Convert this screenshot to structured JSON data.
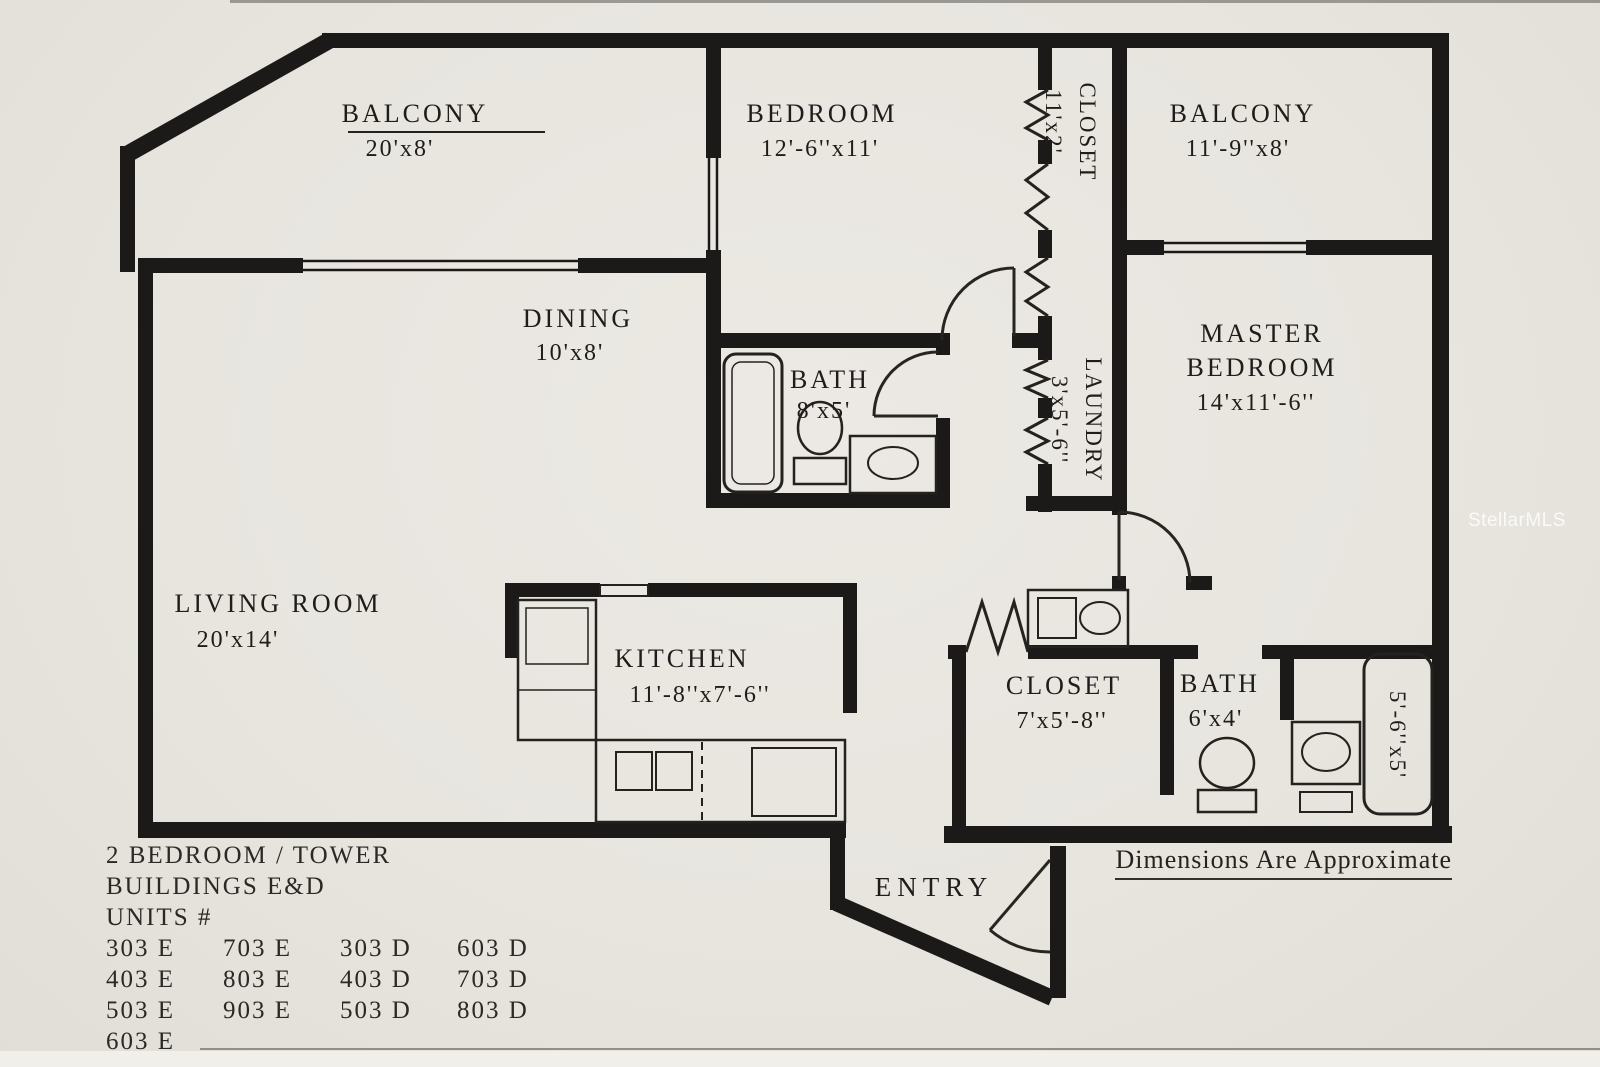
{
  "page": {
    "paper_color": "#e8e5df",
    "ink_color": "#1b1a18",
    "watermark": "StellarMLS"
  },
  "rooms": {
    "balcony_left": {
      "name": "BALCONY",
      "dims": "20'x8'"
    },
    "bedroom": {
      "name": "BEDROOM",
      "dims": "12'-6''x11'"
    },
    "closet_top": {
      "name": "CLOSET",
      "dims": "11'x2'"
    },
    "balcony_right": {
      "name": "BALCONY",
      "dims": "11'-9''x8'"
    },
    "dining": {
      "name": "DINING",
      "dims": "10'x8'"
    },
    "bath_upper": {
      "name": "BATH",
      "dims": "8'x5'"
    },
    "laundry": {
      "name": "LAUNDRY",
      "dims": "3'x5'-6''"
    },
    "master_bedroom": {
      "name_line1": "MASTER",
      "name_line2": "BEDROOM",
      "dims": "14'x11'-6''"
    },
    "living_room": {
      "name": "LIVING ROOM",
      "dims": "20'x14'"
    },
    "kitchen": {
      "name": "KITCHEN",
      "dims": "11'-8''x7'-6''"
    },
    "closet_lower": {
      "name": "CLOSET",
      "dims": "7'x5'-8''"
    },
    "bath_lower": {
      "name": "BATH",
      "dims": "6'x4'"
    },
    "tub": {
      "dims": "5'-6''x5'"
    },
    "entry": {
      "name": "ENTRY"
    }
  },
  "note": {
    "text": "Dimensions Are Approximate"
  },
  "legend": {
    "title": "2 BEDROOM / TOWER",
    "subtitle": "BUILDINGS E&D",
    "units_label": "UNITS  #",
    "units": [
      [
        "303 E",
        "703 E",
        "303 D",
        "603 D"
      ],
      [
        "403 E",
        "803 E",
        "403 D",
        "703 D"
      ],
      [
        "503 E",
        "903 E",
        "503 D",
        "803 D"
      ],
      [
        "603 E",
        "",
        "",
        ""
      ]
    ]
  }
}
